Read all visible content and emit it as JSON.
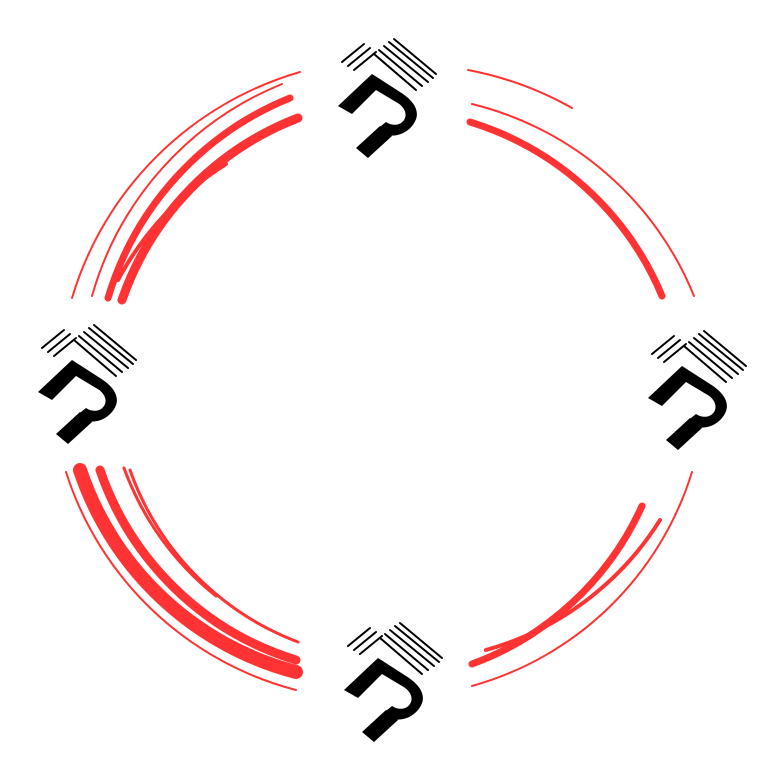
{
  "artwork": {
    "description_tag": "rim-decal-ring",
    "accent_color": "#ff3333",
    "logo_color": "#000000",
    "logo_glyph": "P-monogram-logo",
    "logo_count": 4
  }
}
